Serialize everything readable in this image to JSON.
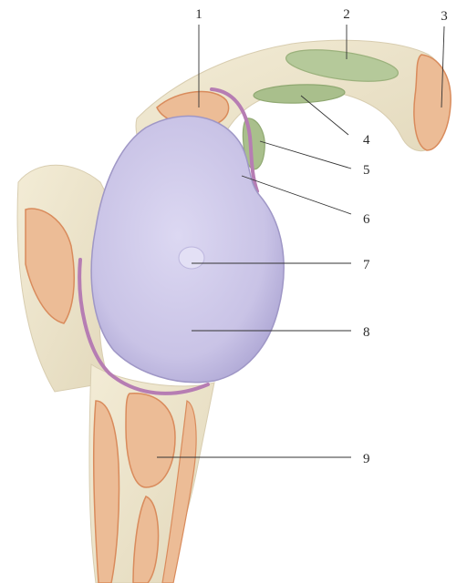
{
  "labels": [
    {
      "id": "1",
      "text": "1"
    },
    {
      "id": "2",
      "text": "2"
    },
    {
      "id": "3",
      "text": "3"
    },
    {
      "id": "4",
      "text": "4"
    },
    {
      "id": "5",
      "text": "5"
    },
    {
      "id": "6",
      "text": "6"
    },
    {
      "id": "7",
      "text": "7"
    },
    {
      "id": "8",
      "text": "8"
    },
    {
      "id": "9",
      "text": "9"
    }
  ],
  "colors": {
    "bone": "#efe7cf",
    "bone_shadow": "#dcd2b4",
    "muscle": "#e9b48e",
    "muscle_outline": "#d98b5c",
    "tendon_green": "#a9bf8c",
    "glenoid": "#c9c3e6",
    "labrum": "#b67db3",
    "leader_line": "#333333"
  }
}
